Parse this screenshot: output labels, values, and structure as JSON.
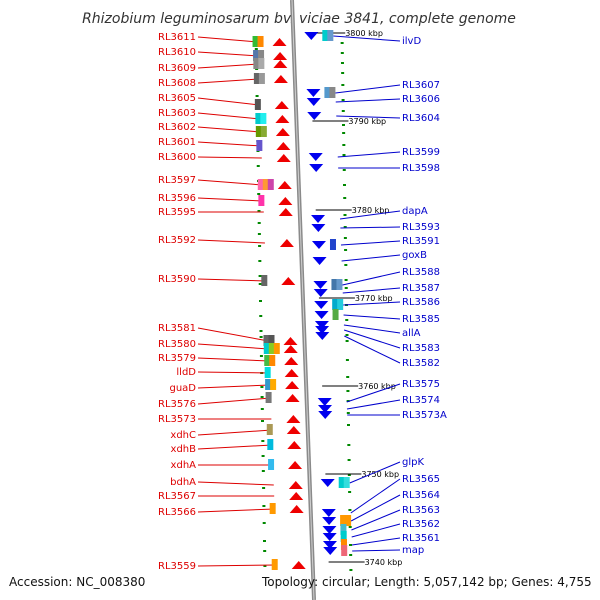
{
  "title": "Rhizobium leguminosarum bv. viciae 3841, complete genome",
  "accession_text": "Accession: NC_008380",
  "topology_text": "Topology: circular; Length: 5,057,142 bp; Genes: 4,755",
  "colors": {
    "backbone": "#8a8a8a",
    "forward_gene": "#ee0000",
    "reverse_gene": "#0000ee",
    "left_label": "#dd0000",
    "right_label": "#0000cc",
    "tick": "#008800"
  },
  "kbp_markers": [
    "3800 kbp",
    "3790 kbp",
    "3780 kbp",
    "3770 kbp",
    "3760 kbp",
    "3750 kbp",
    "3740 kbp"
  ],
  "forward_genes": [
    "RL3611",
    "RL3610",
    "RL3609",
    "RL3608",
    "RL3605",
    "RL3603",
    "RL3602",
    "RL3601",
    "RL3600",
    "RL3597",
    "RL3596",
    "RL3595",
    "RL3592",
    "RL3590",
    "RL3581",
    "RL3580",
    "RL3579",
    "lldD",
    "guaD",
    "RL3576",
    "RL3573",
    "xdhC",
    "xdhB",
    "xdhA",
    "bdhA",
    "RL3567",
    "RL3566",
    "RL3559"
  ],
  "reverse_genes": [
    "ilvD",
    "RL3607",
    "RL3606",
    "RL3604",
    "RL3599",
    "RL3598",
    "dapA",
    "RL3593",
    "RL3591",
    "goxB",
    "RL3588",
    "RL3587",
    "RL3586",
    "RL3585",
    "allA",
    "RL3583",
    "RL3582",
    "RL3575",
    "RL3574",
    "RL3573A",
    "glpK",
    "RL3565",
    "RL3564",
    "RL3563",
    "RL3562",
    "RL3561",
    "map"
  ]
}
